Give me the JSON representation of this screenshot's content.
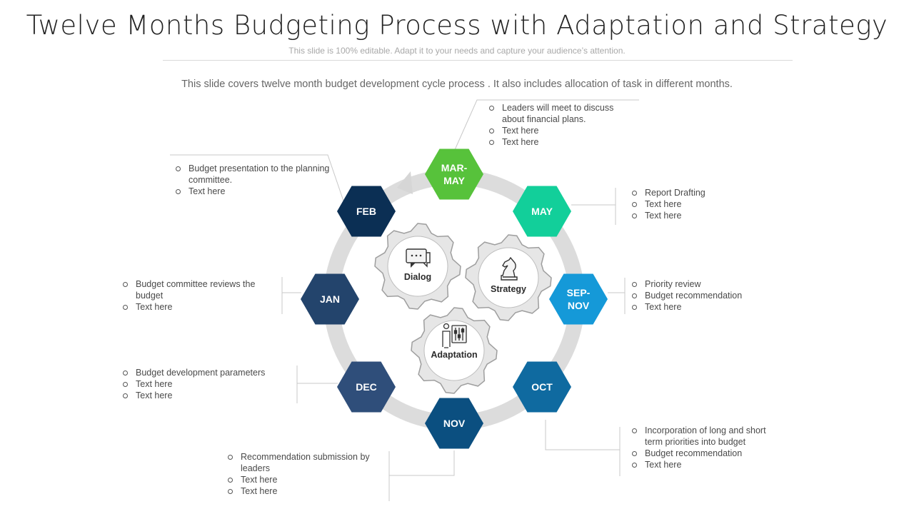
{
  "slide": {
    "title": "Twelve Months Budgeting Process with Adaptation and Strategy",
    "subtitle": "This slide is 100% editable. Adapt it to your needs and capture your audience’s attention.",
    "description": "This slide covers twelve month  budget development cycle process . It also includes allocation of task in different months."
  },
  "colors": {
    "ring": "#dcdcdc",
    "gear_fill": "#e6e6e6",
    "gear_border": "#9e9e9e",
    "leader_line": "#c8c8c8"
  },
  "stages": [
    {
      "id": "mar-may",
      "line1": "MAR-",
      "line2": "MAY",
      "color": "#57c23b"
    },
    {
      "id": "may",
      "line1": "MAY",
      "line2": "",
      "color": "#12cf9a"
    },
    {
      "id": "sep-nov",
      "line1": "SEP-",
      "line2": "NOV",
      "color": "#1599d8"
    },
    {
      "id": "oct",
      "line1": "OCT",
      "line2": "",
      "color": "#0f6aa0"
    },
    {
      "id": "nov",
      "line1": "NOV",
      "line2": "",
      "color": "#0b4f80"
    },
    {
      "id": "dec",
      "line1": "DEC",
      "line2": "",
      "color": "#2f4e7a"
    },
    {
      "id": "jan",
      "line1": "JAN",
      "line2": "",
      "color": "#23446c"
    },
    {
      "id": "feb",
      "line1": "FEB",
      "line2": "",
      "color": "#0b2f54"
    }
  ],
  "gears": [
    {
      "id": "dialog",
      "label": "Dialog",
      "icon": "chat-bubbles-icon"
    },
    {
      "id": "strategy",
      "label": "Strategy",
      "icon": "chess-knight-icon"
    },
    {
      "id": "adaptation",
      "label": "Adaptation",
      "icon": "person-adjust-icon"
    }
  ],
  "notes": {
    "mar_may": [
      "Leaders will meet to discuss about financial plans.",
      "Text here",
      "Text here"
    ],
    "feb": [
      "Budget presentation to the planning committee.",
      "Text here"
    ],
    "may": [
      "Report Drafting",
      "Text here",
      "Text here"
    ],
    "jan": [
      "Budget committee reviews  the budget",
      "Text here"
    ],
    "sep_nov": [
      "Priority review",
      "Budget recommendation",
      "Text here"
    ],
    "dec": [
      "Budget development  parameters",
      "Text here",
      "Text here"
    ],
    "oct": [
      "Incorporation  of long and short term priorities into budget",
      "Budget recommendation",
      "Text here"
    ],
    "nov": [
      "Recommendation  submission by leaders",
      "Text here",
      "Text here"
    ]
  }
}
